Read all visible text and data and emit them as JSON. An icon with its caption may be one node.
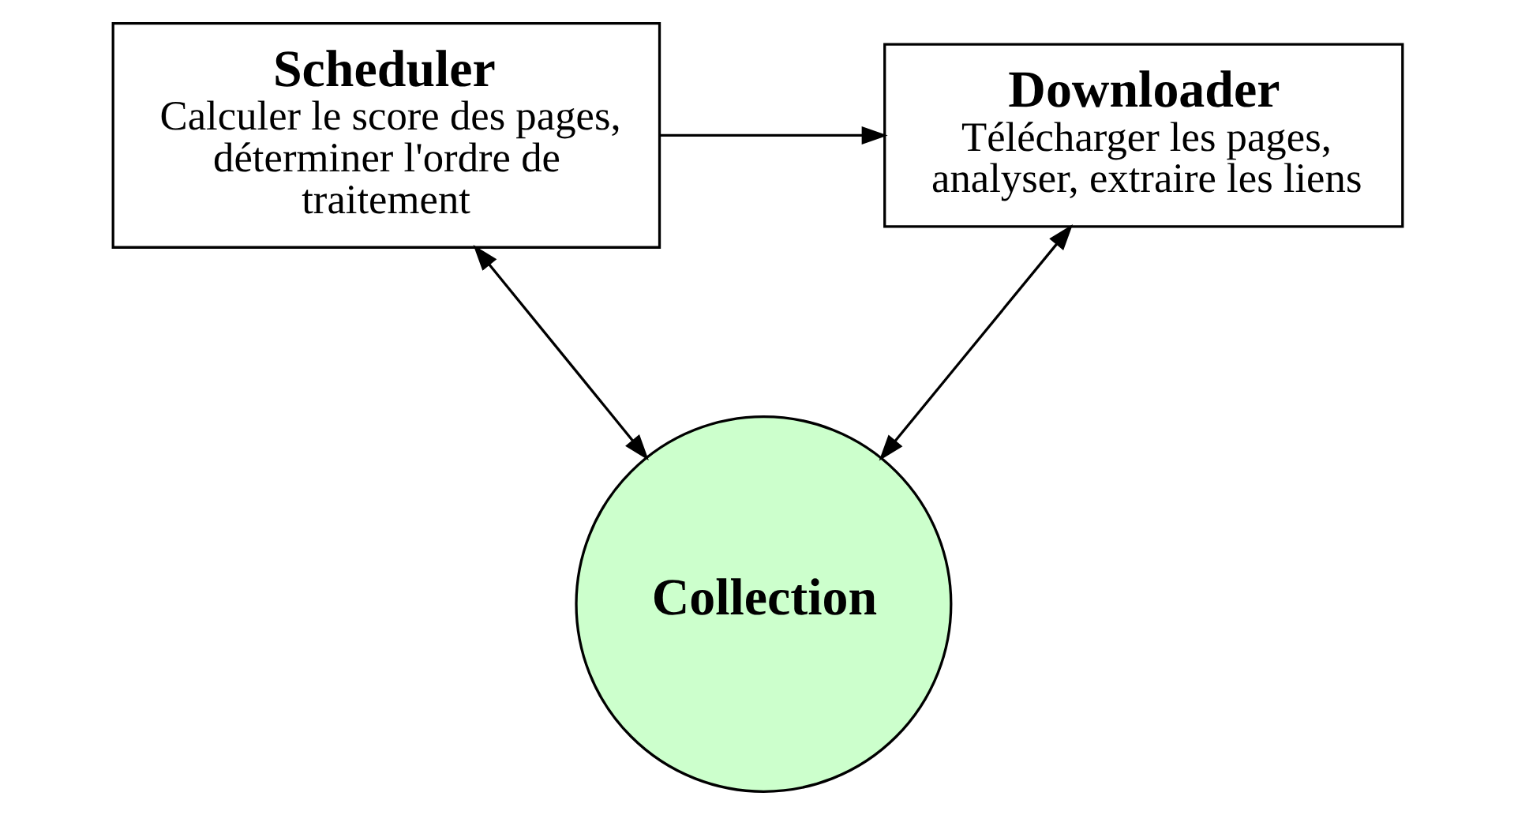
{
  "diagram": {
    "nodes": [
      {
        "text": [
          "Scheduler",
          "Calculer le score des pages, déterminer l'ordre de traitement"
        ]
      },
      {
        "text": [
          "Downloader",
          "Télécharger les pages, analyser, extraire les liens"
        ]
      },
      {
        "text": [
          "Collection"
        ]
      }
    ],
    "edges": [
      {
        "from": 0,
        "to": 1,
        "arrow": "to"
      },
      {
        "from": 0,
        "to": 2,
        "arrow": "both"
      },
      {
        "from": 1,
        "to": 2,
        "arrow": "both"
      }
    ]
  }
}
